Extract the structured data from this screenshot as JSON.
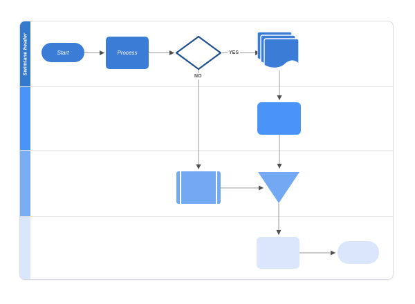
{
  "swimlane": {
    "header_label": "Swimlane header",
    "lanes": [
      {
        "name": "lane-1",
        "color": "#3579cc"
      },
      {
        "name": "lane-2",
        "color": "#4a94f8"
      },
      {
        "name": "lane-3",
        "color": "#79aef5"
      },
      {
        "name": "lane-4",
        "color": "#d9e6fb"
      }
    ]
  },
  "nodes": {
    "start": {
      "label": "Start",
      "type": "terminator"
    },
    "process": {
      "label": "Process",
      "type": "process"
    },
    "decision": {
      "label": "",
      "type": "decision-diamond"
    },
    "multi_document": {
      "label": "",
      "type": "multiple-documents"
    },
    "step": {
      "label": "",
      "type": "rounded-rectangle"
    },
    "predefined_process": {
      "label": "",
      "type": "predefined-process"
    },
    "merge": {
      "label": "",
      "type": "merge-triangle"
    },
    "result": {
      "label": "",
      "type": "rectangle"
    },
    "end": {
      "label": "",
      "type": "terminator"
    }
  },
  "edges": {
    "yes_label": "YES",
    "no_label": "NO"
  },
  "colors": {
    "lane1_accent": "#3579cc",
    "lane1_shape": "#3b7cd6",
    "lane2_accent": "#4a94f8",
    "lane3_accent": "#79aef5",
    "lane3_shape": "#72a9f2",
    "lane4_accent": "#d9e6fb",
    "decision_border": "#1e4e8c",
    "decision_fill": "#ffffff",
    "page_stack_separator": "#ffffff",
    "connector_line": "#999999",
    "arrowhead": "#4f4f4f",
    "lane_divider": "#e6e6e6",
    "container_border": "#d8dde3",
    "edge_label_text": "#4d4d4d",
    "shape_label_text": "#ffffff"
  }
}
